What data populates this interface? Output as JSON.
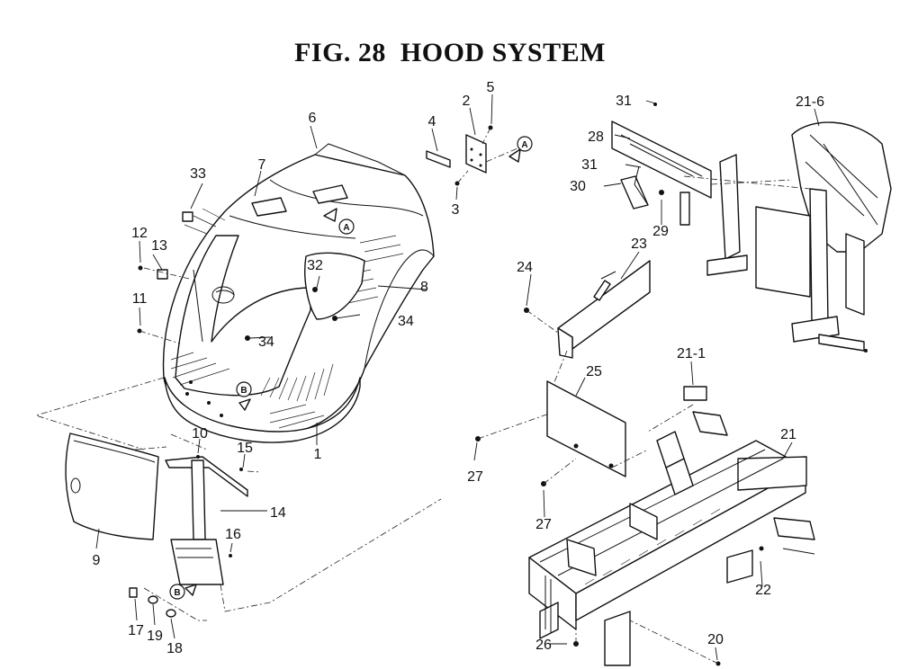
{
  "title": "FIG. 28  HOOD SYSTEM",
  "callouts": {
    "c1": "1",
    "c2": "2",
    "c3": "3",
    "c4": "4",
    "c5": "5",
    "c6": "6",
    "c7": "7",
    "c8": "8",
    "c9": "9",
    "c10": "10",
    "c11": "11",
    "c12": "12",
    "c13": "13",
    "c14": "14",
    "c15": "15",
    "c16": "16",
    "c17": "17",
    "c18": "18",
    "c19": "19",
    "c20": "20",
    "c21": "21",
    "c21_1": "21-1",
    "c21_6": "21-6",
    "c22": "22",
    "c23": "23",
    "c24": "24",
    "c25": "25",
    "c26": "26",
    "c27a": "27",
    "c27b": "27",
    "c28": "28",
    "c29": "29",
    "c30": "30",
    "c31a": "31",
    "c31b": "31",
    "c32": "32",
    "c33": "33",
    "c34a": "34",
    "c34b": "34"
  },
  "references": {
    "a1": "A",
    "a2": "A",
    "b1": "B",
    "b2": "B"
  }
}
